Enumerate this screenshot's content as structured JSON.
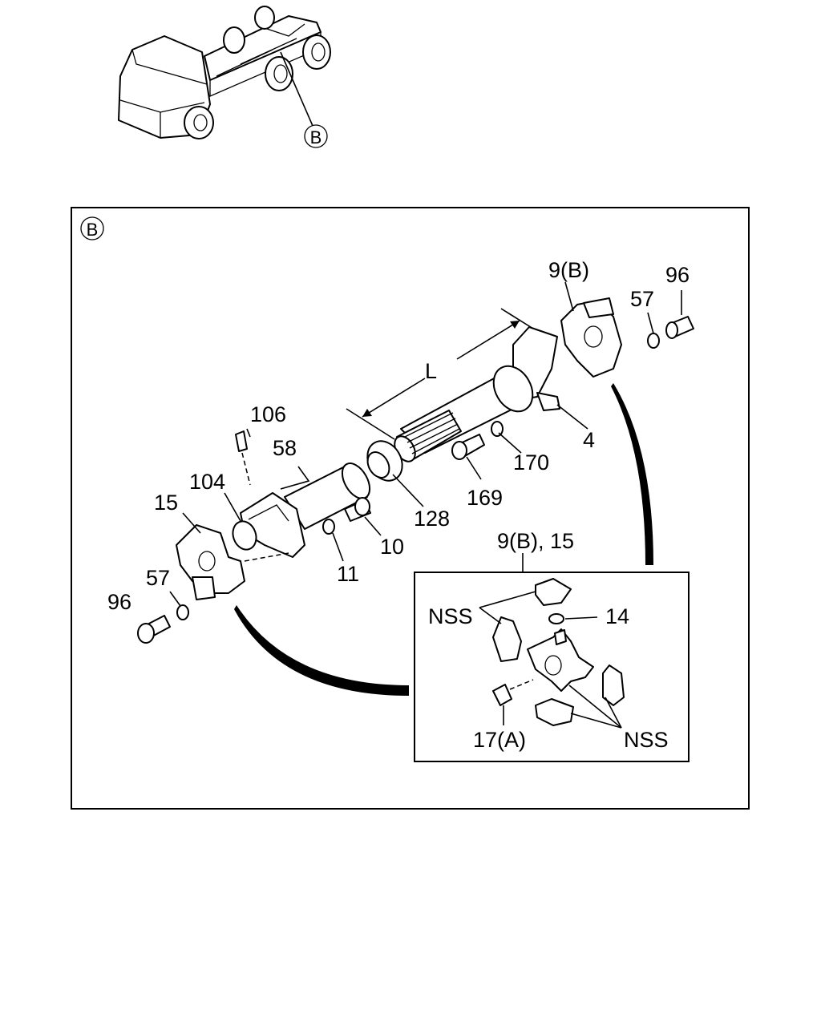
{
  "callouts": {
    "overview_b": "B",
    "section_b": "B"
  },
  "labels": {
    "l_dimension": "L",
    "p9b_top": "9(B)",
    "p96_top": "96",
    "p57_top": "57",
    "p4": "4",
    "p170": "170",
    "p169": "169",
    "p128": "128",
    "p106": "106",
    "p58": "58",
    "p104": "104",
    "p15": "15",
    "p10": "10",
    "p11": "11",
    "p57_bottom": "57",
    "p96_bottom": "96",
    "inset_title": "9(B), 15",
    "nss_top": "NSS",
    "p14": "14",
    "p17a": "17(A)",
    "nss_bottom": "NSS"
  }
}
